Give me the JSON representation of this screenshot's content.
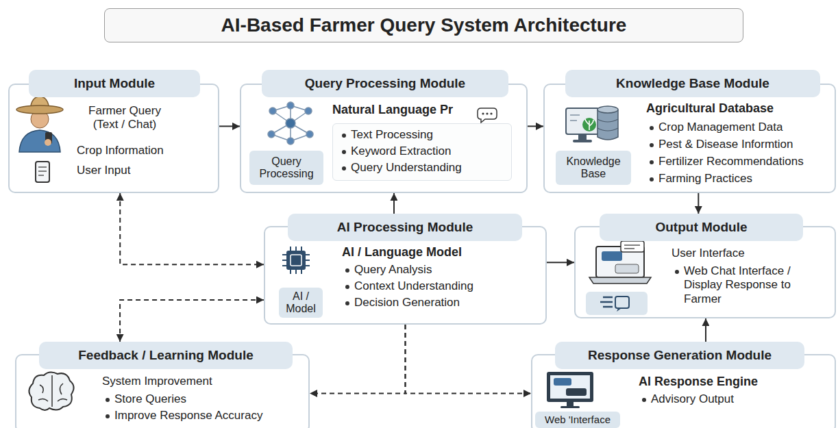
{
  "diagram": {
    "title": "AI-Based Farmer Query System Architecture",
    "nodes": [
      {
        "text": [
          "Input Module",
          "Farmer Query (Text / Chat)",
          "Crop Information",
          "User Input"
        ]
      },
      {
        "text": [
          "Query Processing Module",
          "Natural Language Pr"
        ]
      },
      {
        "text": [
          "Query Processing"
        ],
        "in": 1
      },
      {
        "text": [
          "Text Processing",
          "Keyword Extraction",
          "Query Understanding"
        ],
        "in": 1
      },
      {
        "text": [
          "Knowledge Base Module",
          "Agricultural Database",
          "Crop Management Data",
          "Pest & Disease Informtion",
          "Fertilizer Recommendations",
          "Farming Practices"
        ]
      },
      {
        "text": [
          "Knowledge Base"
        ],
        "in": 4
      },
      {
        "text": [
          "AI Processing Module",
          "AI / Language Model",
          "Query Analysis",
          "Context Understanding",
          "Decision Generation"
        ]
      },
      {
        "text": [
          "AI / Model"
        ],
        "in": 6
      },
      {
        "text": [
          "Output Module",
          "User Interface",
          "Web Chat Interface / Display Response to Farmer"
        ]
      },
      {
        "text": [
          "Feedback / Learning Module",
          "System Improvement",
          "Store Queries",
          "Improve Response Accuracy"
        ]
      },
      {
        "text": [
          "Response Generation Module",
          "AI Response Engine",
          "Advisory Output"
        ]
      },
      {
        "text": [
          "Web 'Interface"
        ],
        "in": 10
      }
    ],
    "edges": [
      {
        "from": 0,
        "to": 1,
        "arrow": "to"
      },
      {
        "from": 1,
        "to": 4,
        "arrow": "to"
      },
      {
        "from": 4,
        "to": 8,
        "arrow": "to"
      },
      {
        "from": 6,
        "to": 1,
        "arrow": "to"
      },
      {
        "from": 0,
        "to": 6,
        "arrow": "both"
      },
      {
        "from": 6,
        "to": 8,
        "arrow": "to"
      },
      {
        "from": 9,
        "to": 6,
        "arrow": "both"
      },
      {
        "from": 6,
        "to": 9,
        "arrow": "to"
      },
      {
        "from": 6,
        "to": 10,
        "arrow": "to"
      },
      {
        "from": 10,
        "to": 8,
        "arrow": "to"
      }
    ]
  }
}
